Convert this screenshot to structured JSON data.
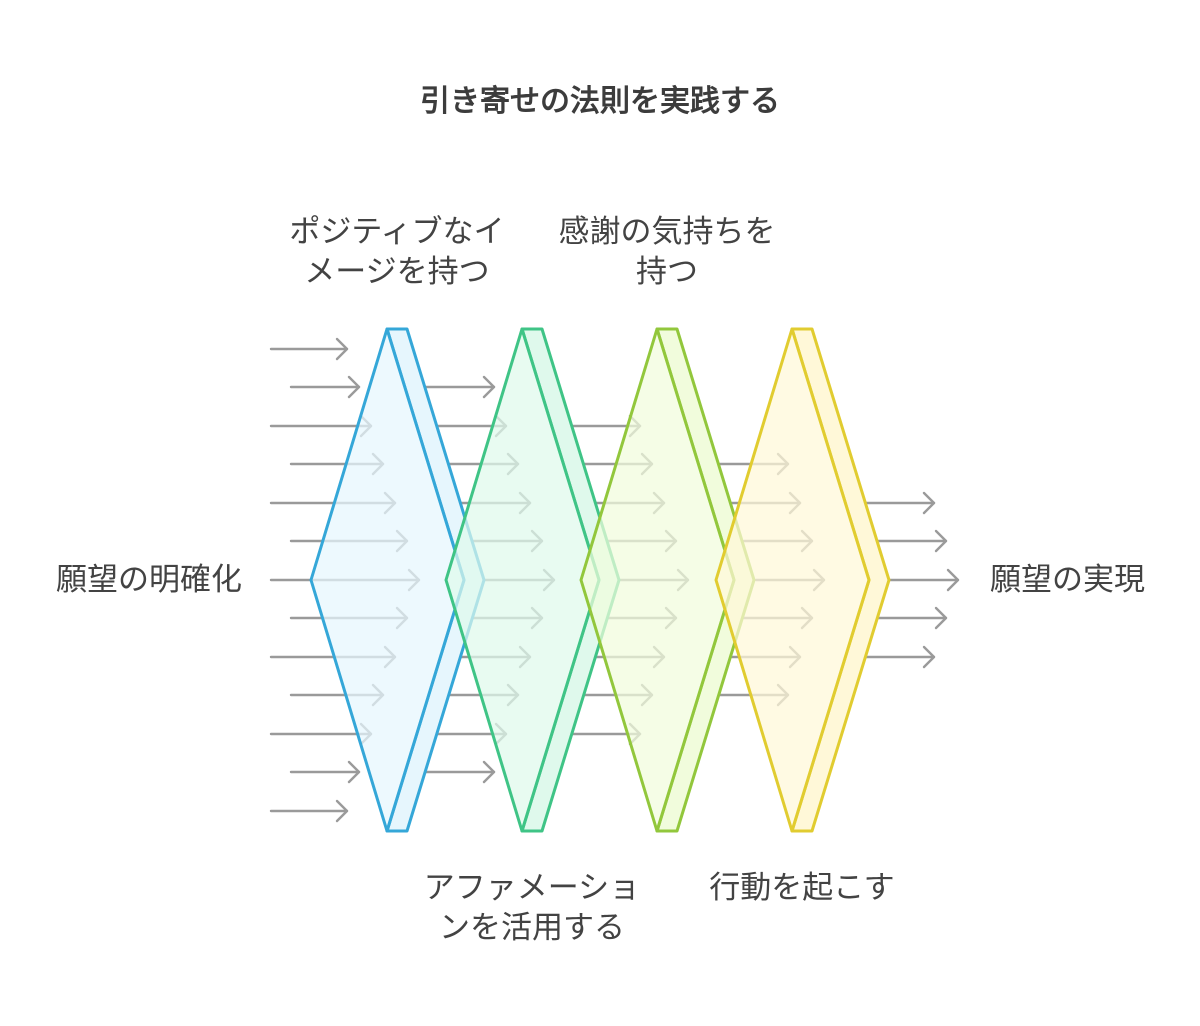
{
  "title": "引き寄せの法則を実践する",
  "start_label": "願望の明確化",
  "end_label": "願望の実現",
  "stages": [
    {
      "label": "ポジティブなイ\nメージを持つ",
      "position": "top",
      "stroke": "#35a7d8",
      "fill": "#e6f6fd"
    },
    {
      "label": "アファメーショ\nンを活用する",
      "position": "bottom",
      "stroke": "#3fc486",
      "fill": "#dff9ec"
    },
    {
      "label": "感謝の気持ちを\n持つ",
      "position": "top",
      "stroke": "#92c73c",
      "fill": "#f1fcdc"
    },
    {
      "label": "行動を起こす",
      "position": "bottom",
      "stroke": "#e1cc30",
      "fill": "#fff8d8"
    }
  ],
  "colors": {
    "arrow": "#9a9a9a",
    "text": "#434343"
  }
}
